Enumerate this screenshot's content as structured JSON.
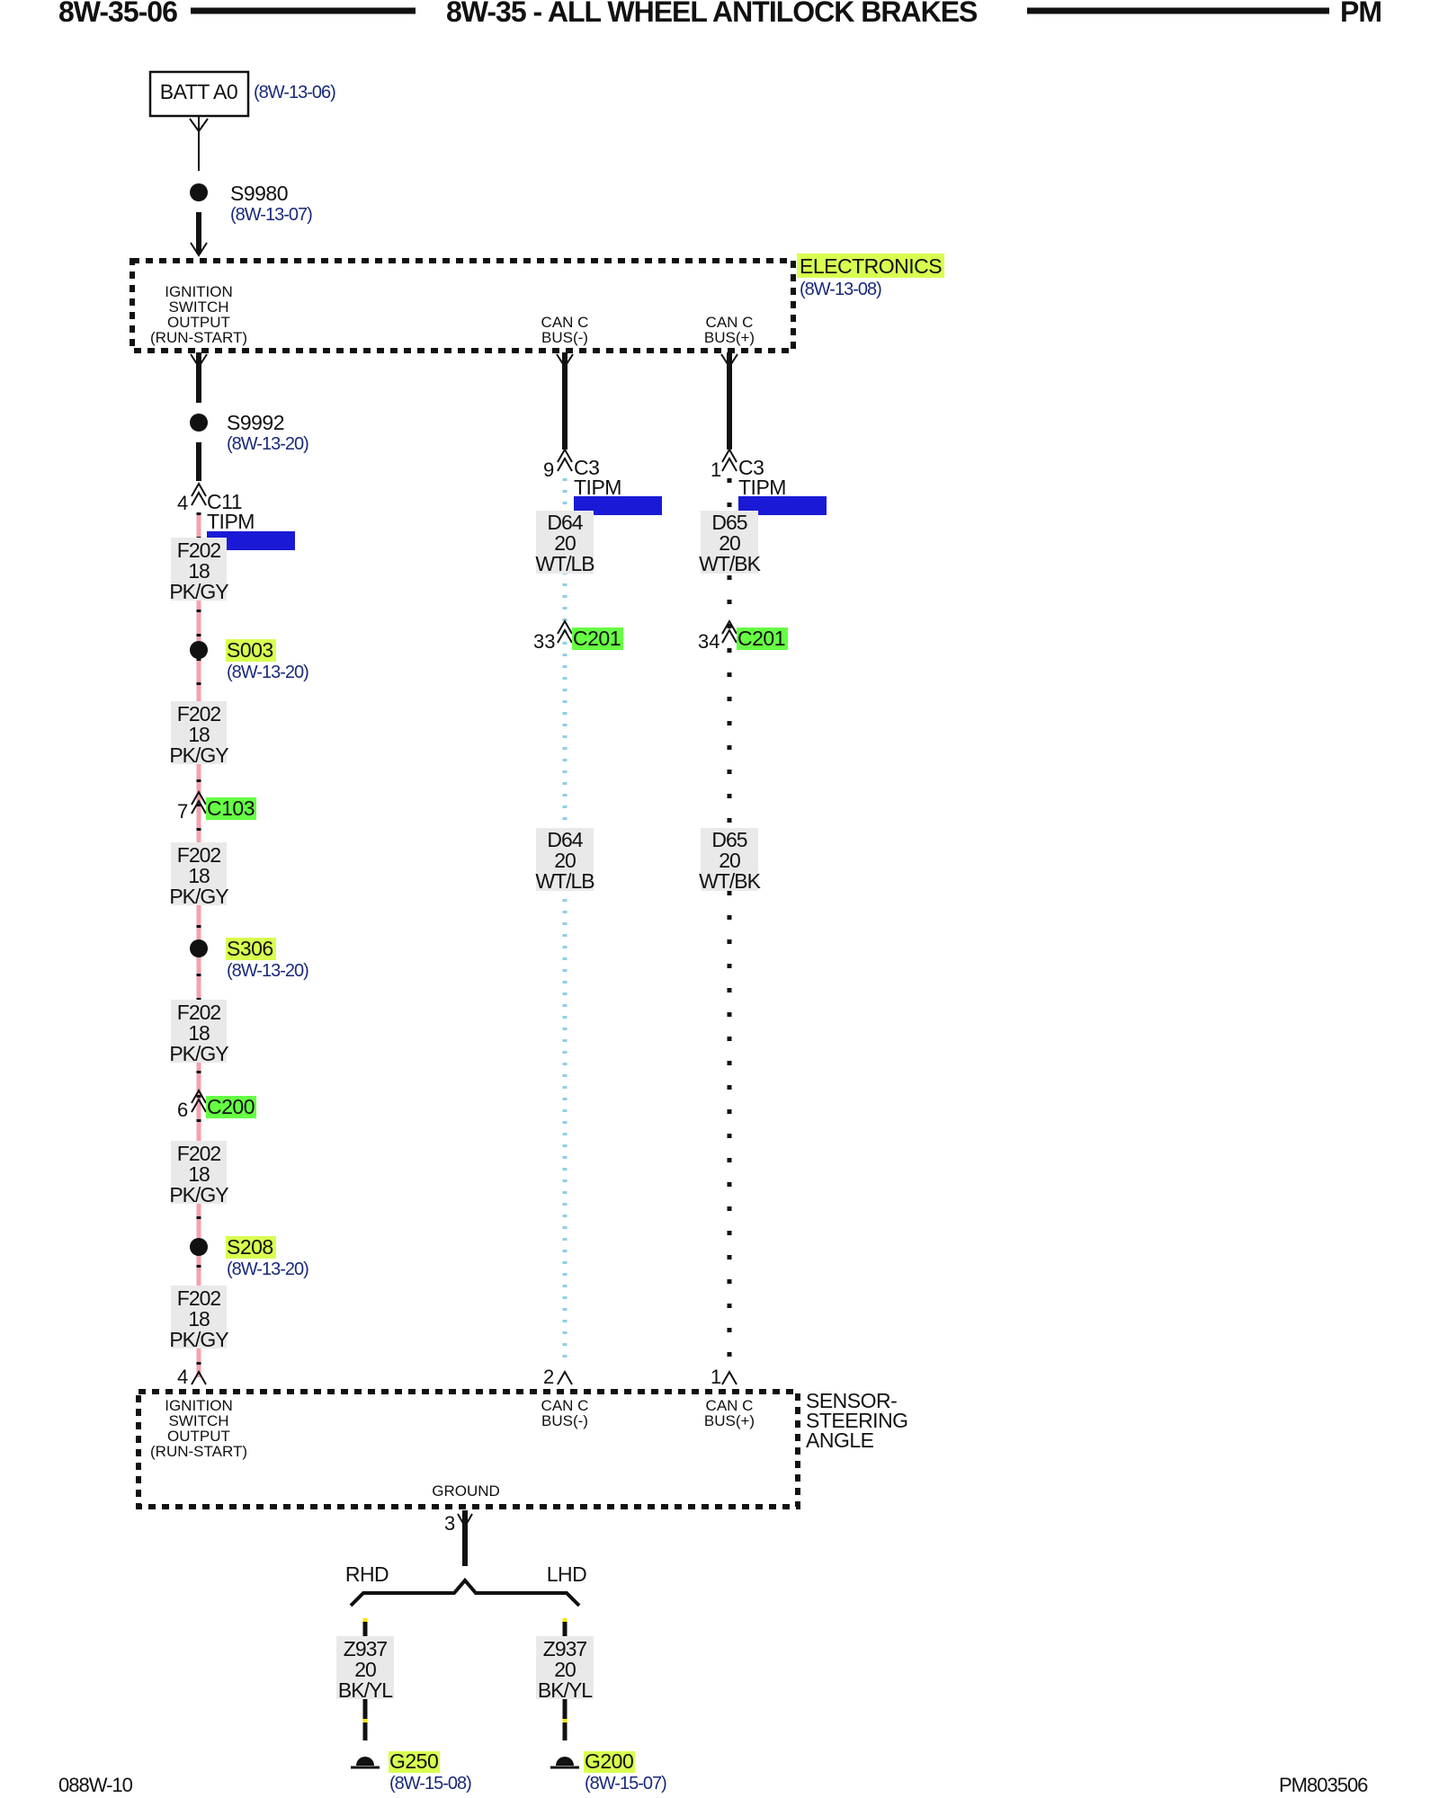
{
  "header": {
    "left": "8W-35-06",
    "center": "8W-35 - ALL WHEEL ANTILOCK BRAKES",
    "right": "PM"
  },
  "footer": {
    "left": "088W-10",
    "right": "PM803506"
  },
  "batt": {
    "label": "BATT A0",
    "ref": "(8W-13-06)"
  },
  "splices": [
    {
      "id": "s9980",
      "label": "S9980",
      "ref": "(8W-13-07)",
      "highlight": ""
    },
    {
      "id": "s9992",
      "label": "S9992",
      "ref": "(8W-13-20)",
      "highlight": ""
    },
    {
      "id": "s003",
      "label": "S003",
      "ref": "(8W-13-20)",
      "highlight": "#d8ff50"
    },
    {
      "id": "s306",
      "label": "S306",
      "ref": "(8W-13-20)",
      "highlight": "#d8ff50"
    },
    {
      "id": "s208",
      "label": "S208",
      "ref": "(8W-13-20)",
      "highlight": "#d8ff50"
    }
  ],
  "electronics": {
    "name": "ELECTRONICS",
    "ref": "(8W-13-08)",
    "pins": [
      [
        "IGNITION",
        "SWITCH",
        "OUTPUT",
        "(RUN-START)"
      ],
      [
        "CAN C",
        "BUS(-)"
      ],
      [
        "CAN C",
        "BUS(+)"
      ]
    ]
  },
  "connectors": {
    "c11": {
      "pin": "4",
      "name": "C11",
      "module": "TIPM"
    },
    "c3_left": {
      "pin": "9",
      "name": "C3",
      "module": "TIPM"
    },
    "c3_right": {
      "pin": "1",
      "name": "C3",
      "module": "TIPM"
    },
    "c201_left": {
      "pin": "33",
      "name": "C201"
    },
    "c201_right": {
      "pin": "34",
      "name": "C201"
    },
    "c103": {
      "pin": "7",
      "name": "C103"
    },
    "c200": {
      "pin": "6",
      "name": "C200"
    },
    "sensor_pin_ign": "4",
    "sensor_pin_canm": "2",
    "sensor_pin_canp": "1",
    "ground_pin": "3"
  },
  "wires": {
    "f202": [
      "F202",
      "18",
      "PK/GY"
    ],
    "d64": [
      "D64",
      "20",
      "WT/LB"
    ],
    "d65": [
      "D65",
      "20",
      "WT/BK"
    ],
    "z937": [
      "Z937",
      "20",
      "BK/YL"
    ]
  },
  "sensor": {
    "name": [
      "SENSOR-",
      "STEERING",
      "ANGLE"
    ],
    "pins": [
      [
        "IGNITION",
        "SWITCH",
        "OUTPUT",
        "(RUN-START)"
      ],
      [
        "CAN C",
        "BUS(-)"
      ],
      [
        "CAN C",
        "BUS(+)"
      ]
    ],
    "ground_label": "GROUND"
  },
  "ground_branch": {
    "left": "RHD",
    "right": "LHD"
  },
  "grounds": [
    {
      "label": "G250",
      "ref": "(8W-15-08)"
    },
    {
      "label": "G200",
      "ref": "(8W-15-07)"
    }
  ],
  "colors": {
    "pk_gy_wire": "#f3a1ad",
    "wt_lb_wire": "#8fd0e6",
    "wt_bk_wire": "#111111",
    "bk_yl_wire": "#111111",
    "yellow_tracer": "#f4e400",
    "highlight_green": "#66ff44",
    "highlight_yellow": "#d8ff50",
    "tipm_blue": "#1a1ad6"
  }
}
